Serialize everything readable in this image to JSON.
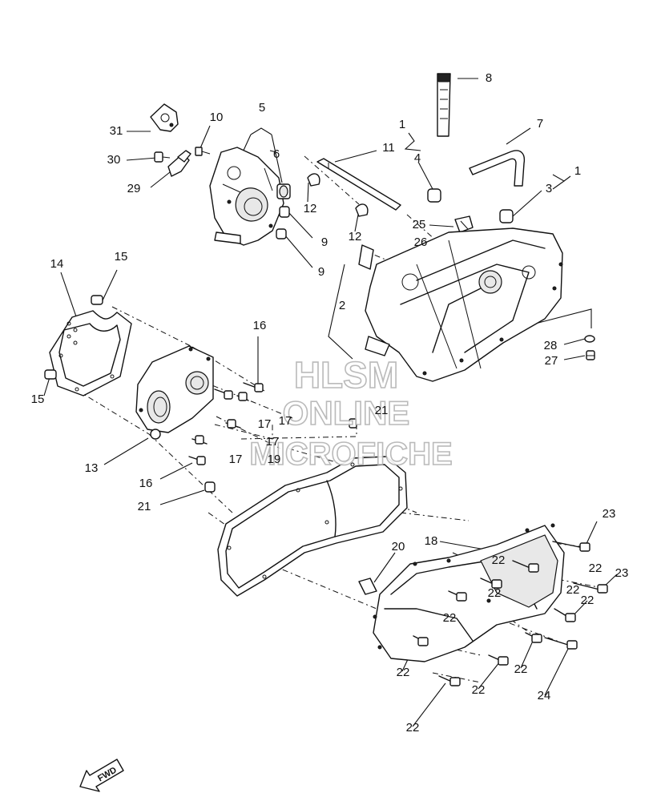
{
  "watermark": {
    "line1": "HLSM",
    "line2": "ONLINE",
    "line3": "MICROFICHE"
  },
  "direction_marker": {
    "label": "FWD"
  },
  "callouts": [
    {
      "id": "c1a",
      "label": "1"
    },
    {
      "id": "c1b",
      "label": "1"
    },
    {
      "id": "c2",
      "label": "2"
    },
    {
      "id": "c3",
      "label": "3"
    },
    {
      "id": "c4",
      "label": "4"
    },
    {
      "id": "c5",
      "label": "5"
    },
    {
      "id": "c6",
      "label": "6"
    },
    {
      "id": "c7",
      "label": "7"
    },
    {
      "id": "c8",
      "label": "8"
    },
    {
      "id": "c9a",
      "label": "9"
    },
    {
      "id": "c9b",
      "label": "9"
    },
    {
      "id": "c10",
      "label": "10"
    },
    {
      "id": "c11",
      "label": "11"
    },
    {
      "id": "c12a",
      "label": "12"
    },
    {
      "id": "c12b",
      "label": "12"
    },
    {
      "id": "c13",
      "label": "13"
    },
    {
      "id": "c14",
      "label": "14"
    },
    {
      "id": "c15a",
      "label": "15"
    },
    {
      "id": "c15b",
      "label": "15"
    },
    {
      "id": "c16a",
      "label": "16"
    },
    {
      "id": "c16b",
      "label": "16"
    },
    {
      "id": "c17a",
      "label": "17"
    },
    {
      "id": "c17b",
      "label": "17"
    },
    {
      "id": "c17c",
      "label": "17"
    },
    {
      "id": "c17d",
      "label": "17"
    },
    {
      "id": "c18",
      "label": "18"
    },
    {
      "id": "c19",
      "label": "19"
    },
    {
      "id": "c20",
      "label": "20"
    },
    {
      "id": "c21a",
      "label": "21"
    },
    {
      "id": "c21b",
      "label": "21"
    },
    {
      "id": "c22a",
      "label": "22"
    },
    {
      "id": "c22b",
      "label": "22"
    },
    {
      "id": "c22c",
      "label": "22"
    },
    {
      "id": "c22d",
      "label": "22"
    },
    {
      "id": "c22e",
      "label": "22"
    },
    {
      "id": "c22f",
      "label": "22"
    },
    {
      "id": "c22g",
      "label": "22"
    },
    {
      "id": "c22h",
      "label": "22"
    },
    {
      "id": "c22i",
      "label": "22"
    },
    {
      "id": "c22j",
      "label": "22"
    },
    {
      "id": "c23a",
      "label": "23"
    },
    {
      "id": "c23b",
      "label": "23"
    },
    {
      "id": "c24",
      "label": "24"
    },
    {
      "id": "c25",
      "label": "25"
    },
    {
      "id": "c26",
      "label": "26"
    },
    {
      "id": "c27",
      "label": "27"
    },
    {
      "id": "c28",
      "label": "28"
    },
    {
      "id": "c29",
      "label": "29"
    },
    {
      "id": "c30",
      "label": "30"
    },
    {
      "id": "c31",
      "label": "31"
    }
  ]
}
